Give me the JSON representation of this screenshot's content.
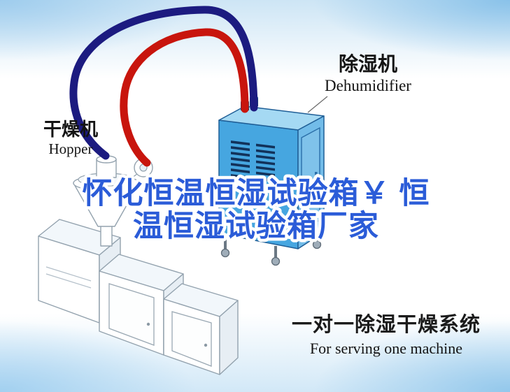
{
  "title": {
    "line1": "怀化恒温恒湿试验箱￥ 恒",
    "line2": "温恒湿试验箱厂家",
    "fill": "#2b5cd8",
    "outline": "#ffffff"
  },
  "labels": {
    "dryer": {
      "zh": "干燥机",
      "en": "Hopper"
    },
    "dehumidifier": {
      "zh": "除湿机",
      "en": "Dehumidifier"
    }
  },
  "caption": {
    "zh": "一对一除湿干燥系统",
    "en": "For serving one machine"
  },
  "colors": {
    "pipe_red": "#c8150d",
    "pipe_navy": "#1c1b80",
    "machine_front": "#46a6e0",
    "machine_side": "#72bce9",
    "machine_top": "#a5d9f3",
    "vent": "#12325a"
  }
}
